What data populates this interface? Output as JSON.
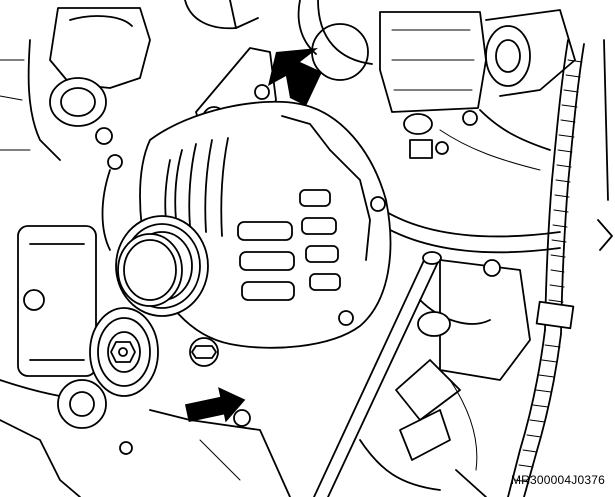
{
  "figure": {
    "code": "MR300004J0376"
  },
  "arrows": [
    {
      "name": "upper-callout-arrow",
      "direction": "down-left"
    },
    {
      "name": "lower-callout-arrow",
      "direction": "up-right"
    }
  ],
  "colors": {
    "line": "#000000",
    "background": "#ffffff"
  }
}
